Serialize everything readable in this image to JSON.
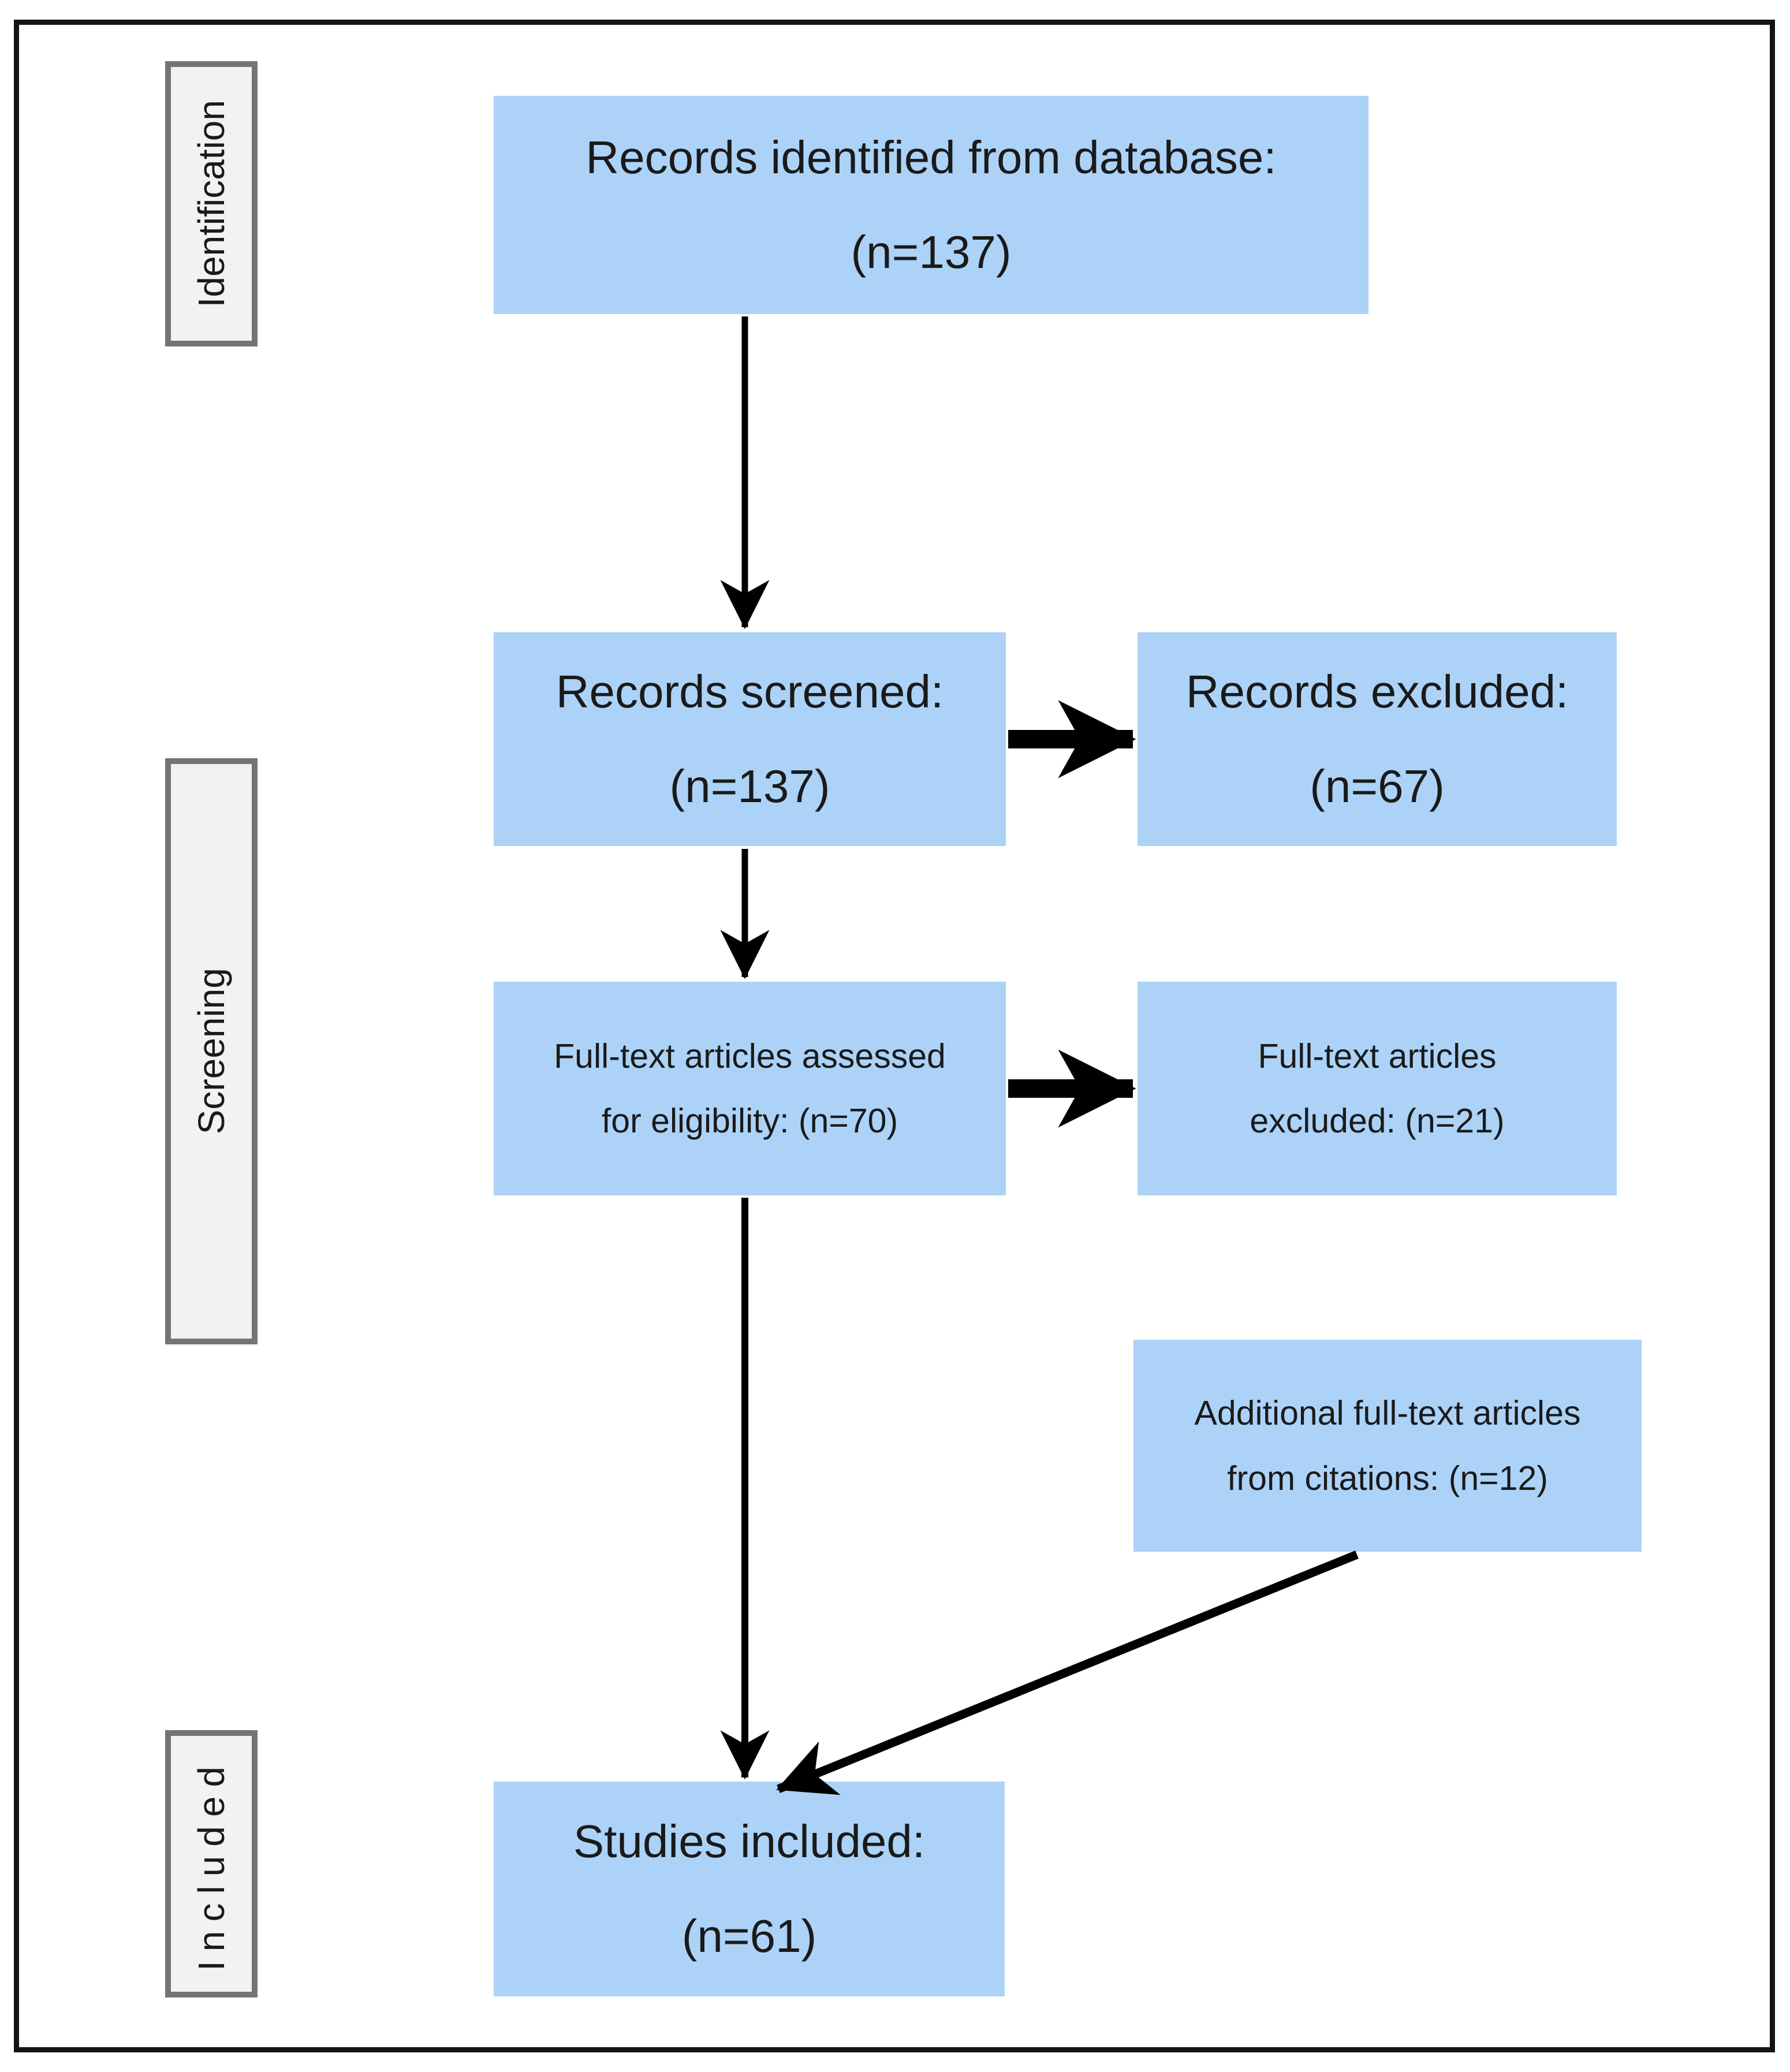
{
  "figure": {
    "stage_labels": {
      "identification": "Identification",
      "screening": "Screening",
      "included": "Included"
    },
    "boxes": {
      "identified": {
        "line1": "Records identified from database:",
        "line2": "(n=137)"
      },
      "screened": {
        "line1": "Records screened:",
        "line2": "(n=137)"
      },
      "records_excluded": {
        "line1": "Records excluded:",
        "line2": "(n=67)"
      },
      "fulltext_assessed": {
        "line1": "Full-text articles assessed",
        "line2": "for eligibility: (n=70)"
      },
      "fulltext_excluded": {
        "line1": "Full-text articles",
        "line2": "excluded: (n=21)"
      },
      "additional_citations": {
        "line1": "Additional full-text articles",
        "line2": "from citations: (n=12)"
      },
      "studies_included": {
        "line1": "Studies included:",
        "line2": "(n=61)"
      }
    },
    "counts": {
      "identified": 137,
      "screened": 137,
      "records_excluded": 67,
      "fulltext_assessed": 70,
      "fulltext_excluded": 21,
      "additional_citations": 12,
      "studies_included": 61
    }
  },
  "colors": {
    "box_fill": "#ACD2F7",
    "stage_fill": "#F2F2F2",
    "stage_border": "#747474",
    "arrow": "#000000",
    "border": "#141414",
    "text": "#1A1A1A"
  }
}
